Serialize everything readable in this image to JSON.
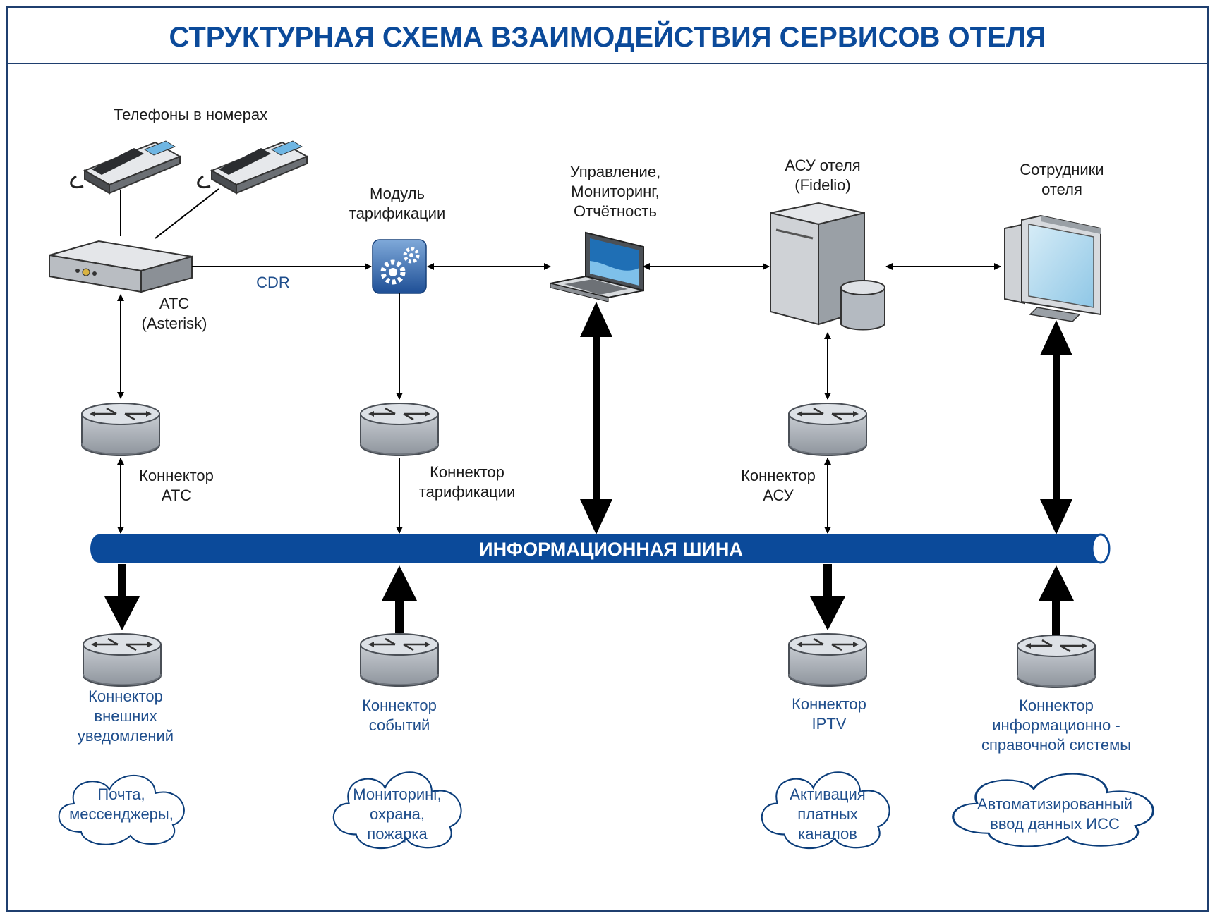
{
  "title": "СТРУКТУРНАЯ СХЕМА ВЗАИМОДЕЙСТВИЯ СЕРВИСОВ ОТЕЛЯ",
  "colors": {
    "title": "#0b4a9a",
    "bus": "#0b4a9a",
    "blue_text": "#1f4e8c",
    "border": "#1f3f6f"
  },
  "nodes": {
    "phones": "Телефоны в номерах",
    "pbx": {
      "line1": "АТС",
      "line2": "(Asterisk)"
    },
    "cdr": "CDR",
    "billing": {
      "line1": "Модуль",
      "line2": "тарификации"
    },
    "management": {
      "line1": "Управление,",
      "line2": "Мониторинг,",
      "line3": "Отчётность"
    },
    "hotel_system": {
      "line1": "АСУ отеля",
      "line2": "(Fidelio)"
    },
    "staff": {
      "line1": "Сотрудники",
      "line2": "отеля"
    }
  },
  "connectors": {
    "pbx": {
      "line1": "Коннектор",
      "line2": "АТС"
    },
    "billing": {
      "line1": "Коннектор",
      "line2": "тарификации"
    },
    "asu": {
      "line1": "Коннектор",
      "line2": "АСУ"
    }
  },
  "bus": "ИНФОРМАЦИОННАЯ ШИНА",
  "bottom_connectors": {
    "notify": {
      "line1": "Коннектор",
      "line2": "внешних",
      "line3": "уведомлений"
    },
    "events": {
      "line1": "Коннектор",
      "line2": "событий"
    },
    "iptv": {
      "line1": "Коннектор",
      "line2": "IPTV"
    },
    "info": {
      "line1": "Коннектор",
      "line2": "информационно -",
      "line3": "справочной системы"
    }
  },
  "clouds": {
    "mail": {
      "line1": "Почта,",
      "line2": "мессенджеры,"
    },
    "monitoring": {
      "line1": "Мониторинг,",
      "line2": "охрана,",
      "line3": "пожарка"
    },
    "paid": {
      "line1": "Активация",
      "line2": "платных",
      "line3": "каналов"
    },
    "auto": {
      "line1": "Автоматизированный",
      "line2": "ввод данных ИСС"
    }
  },
  "icons": [
    "phone-icon",
    "pbx-server-icon",
    "gears-icon",
    "laptop-icon",
    "server-db-icon",
    "workstation-icon",
    "router-icon",
    "cloud-icon"
  ]
}
